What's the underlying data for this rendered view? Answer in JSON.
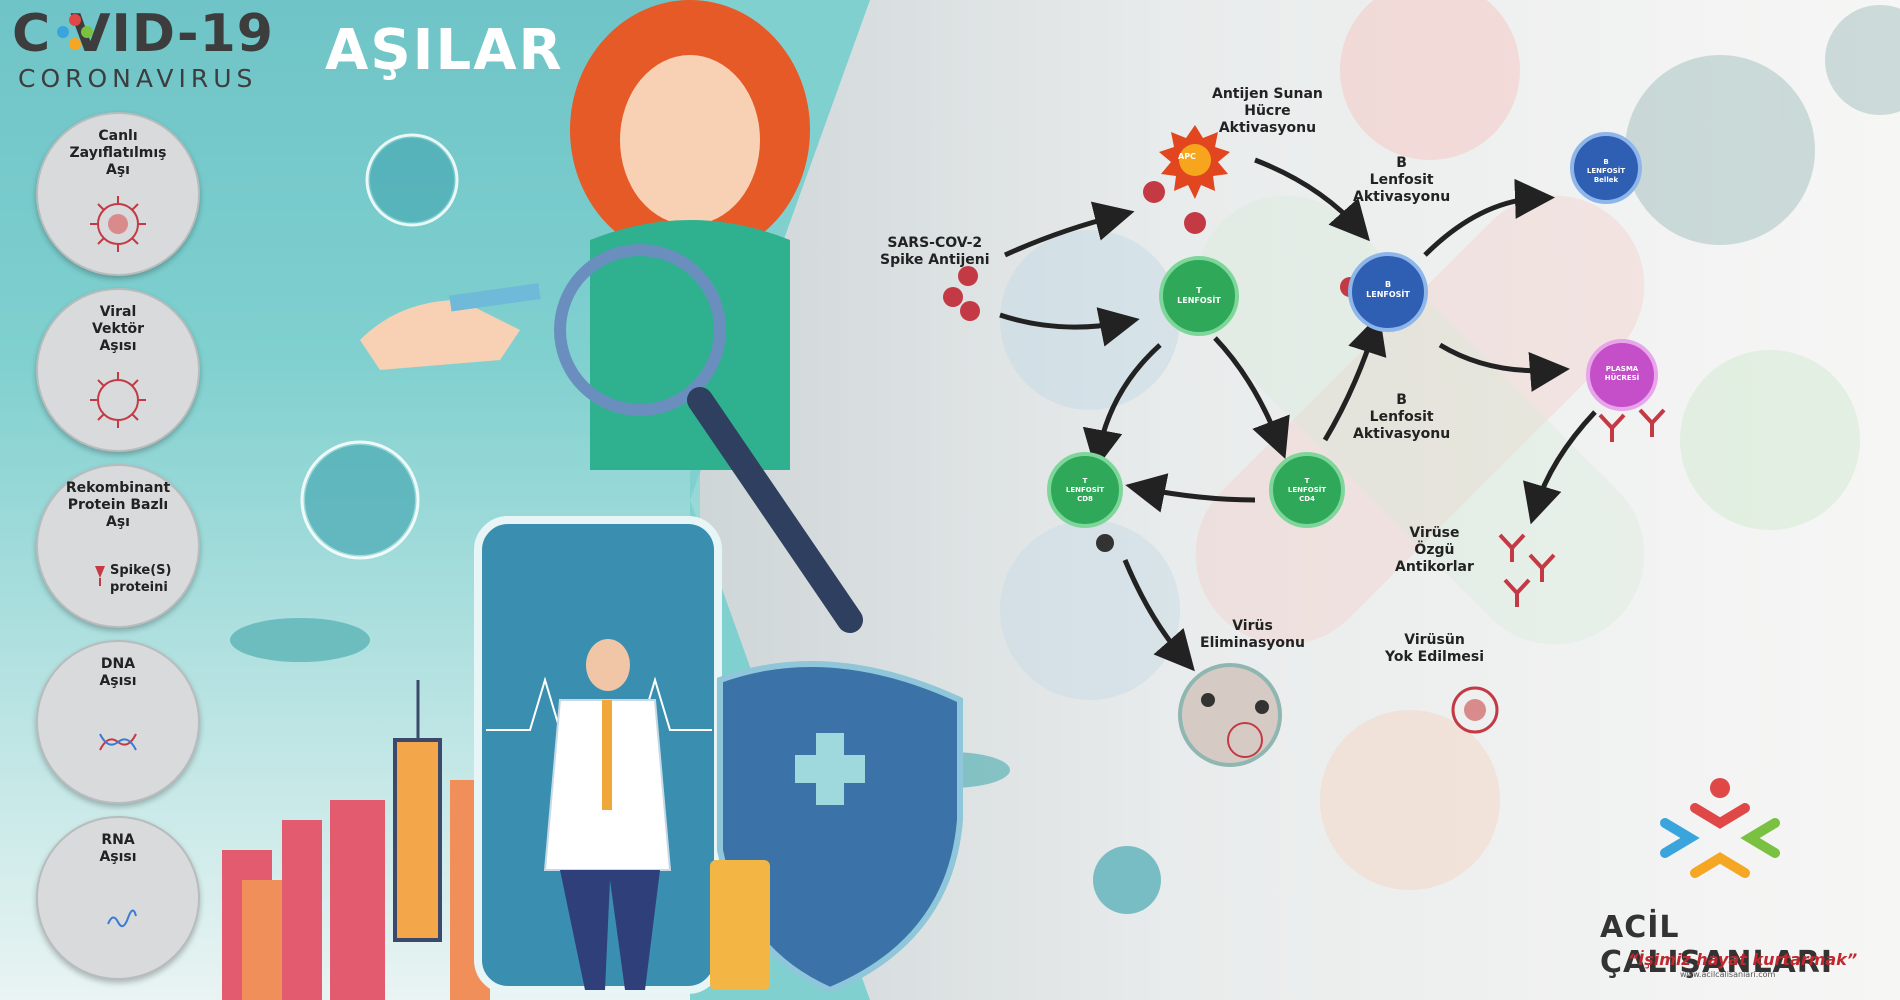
{
  "header": {
    "covid": "C VID-19",
    "coronavirus": "CORONAVIRUS",
    "asilar": "AŞILAR"
  },
  "vaccines": [
    {
      "label": "Canlı\nZayıflatılmış\nAşı"
    },
    {
      "label": "Viral\nVektör\nAşısı"
    },
    {
      "label": "Rekombinant\nProtein Bazlı\nAşı",
      "extra": "Spike(S)\nproteini"
    },
    {
      "label": "DNA\nAşısı"
    },
    {
      "label": "RNA\nAşısı"
    }
  ],
  "diagram": {
    "antigen": "SARS-COV-2\nSpike Antijeni",
    "apc_activation": "Antijen Sunan\nHücre\nAktivasyonu",
    "apc": "APC",
    "b_activation_top": "B\nLenfosit\nAktivasyonu",
    "b_activation_mid": "B\nLenfosit\nAktivasyonu",
    "t_cell": "T\nLENFOSİT",
    "b_cell": "B\nLENFOSİT",
    "b_memory": "B\nLENFOSİT\nBellek",
    "plasma": "PLASMA\nHÜCRESİ",
    "t_cd8": "T\nLENFOSİT\nCD8",
    "t_cd4": "T\nLENFOSİT\nCD4",
    "antibodies": "Virüse\nÖzgü\nAntikorlar",
    "elimination": "Virüs\nEliminasyonu",
    "destroyed": "Virüsün\nYok Edilmesi"
  },
  "logo": {
    "name": "ACİL ÇALIŞANLARI",
    "slogan": "“İşimiz hayat kurtarmak”",
    "url": "www.acilcalisanlari.com"
  },
  "colors": {
    "teal": "#7fd0cf",
    "green_cell": "#2fa85a",
    "blue_cell": "#2f5fb3",
    "plasma": "#c44fc9",
    "virus_red": "#c43a44",
    "arrow": "#222222"
  }
}
